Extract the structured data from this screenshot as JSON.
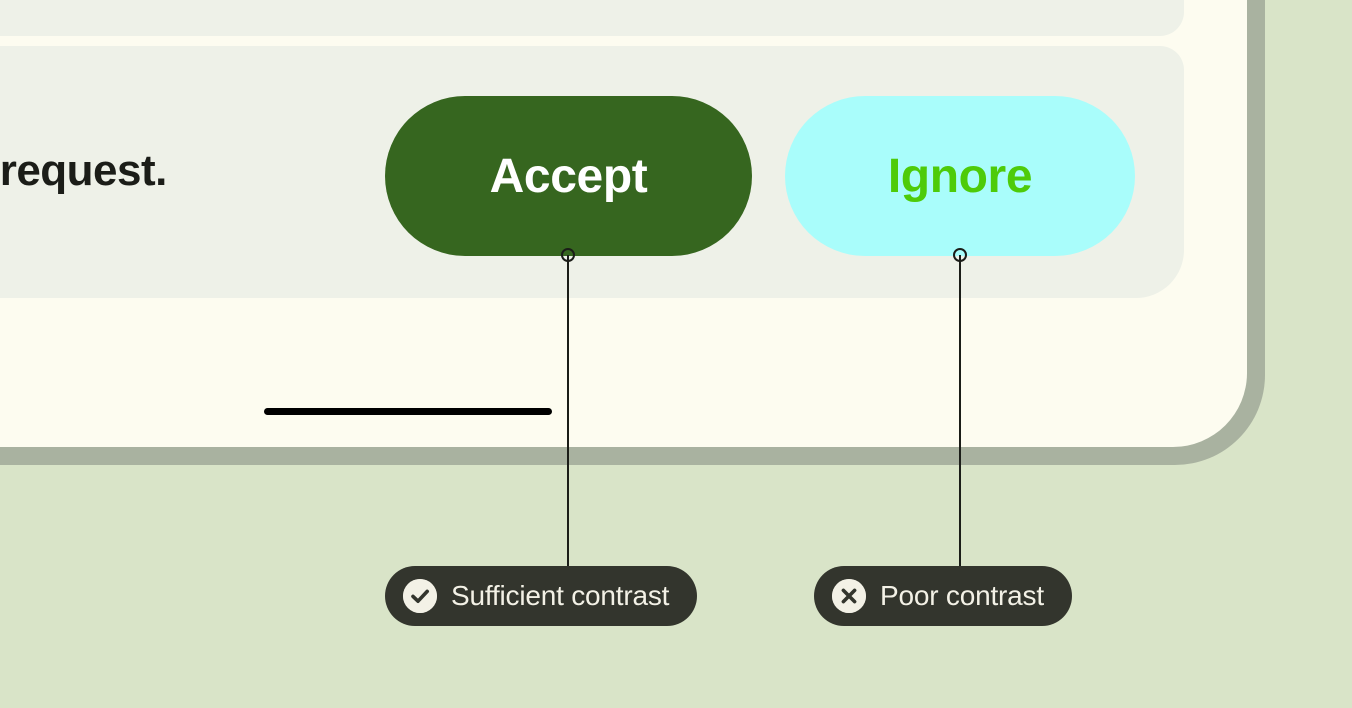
{
  "theme": {
    "outer_background": "#d9e4c8",
    "frame_border": "#a9b2a0",
    "screen_background": "#fdfcf0",
    "panel_background": "#eef1e8",
    "text_primary": "#1b1d18",
    "accept_bg": "#36661f",
    "accept_fg": "#ffffff",
    "ignore_bg": "#a9fdfb",
    "ignore_fg": "#4ecb09",
    "pill_bg": "#33352d",
    "pill_fg": "#f3f1e6",
    "home_indicator": "#000000"
  },
  "screen": {
    "body_text": "a request.",
    "buttons": {
      "accept_label": "Accept",
      "ignore_label": "Ignore"
    },
    "home_indicator_name": "home-indicator"
  },
  "annotations": [
    {
      "label": "Sufficient contrast",
      "icon": "check-circle-icon",
      "target": "Accept"
    },
    {
      "label": "Poor contrast",
      "icon": "x-circle-icon",
      "target": "Ignore"
    }
  ]
}
